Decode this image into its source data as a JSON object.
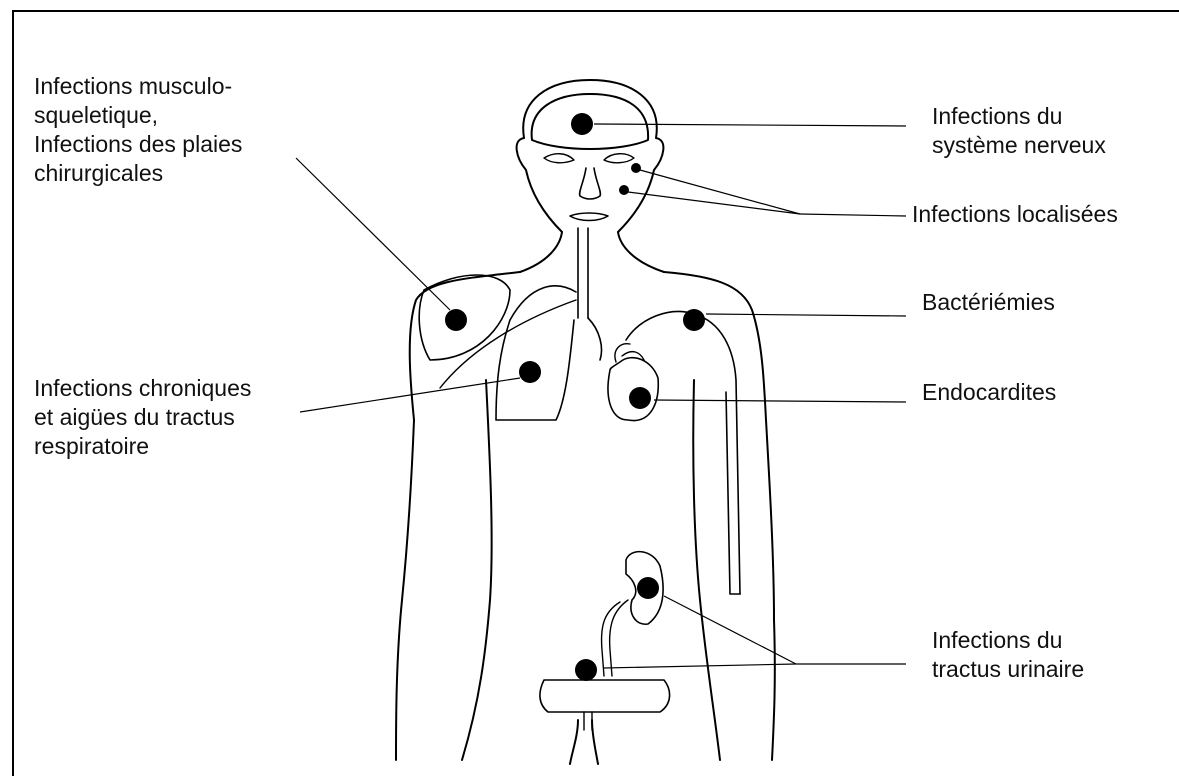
{
  "labels": {
    "musculo": {
      "lines": [
        "Infections musculo-",
        "squeletique,",
        "Infections des plaies",
        "chirurgicales"
      ]
    },
    "respiratory": {
      "lines": [
        "Infections chroniques",
        "et aigües du tractus",
        "respiratoire"
      ]
    },
    "nervous": {
      "lines": [
        "Infections du",
        "système nerveux"
      ]
    },
    "localized": {
      "lines": [
        "Infections localisées"
      ]
    },
    "bacteremia": {
      "lines": [
        "Bactériémies"
      ]
    },
    "endocarditis": {
      "lines": [
        "Endocardites"
      ]
    },
    "urinary": {
      "lines": [
        "Infections du",
        "tractus urinaire"
      ]
    }
  },
  "colors": {
    "ink": "#000000",
    "background": "#ffffff"
  }
}
